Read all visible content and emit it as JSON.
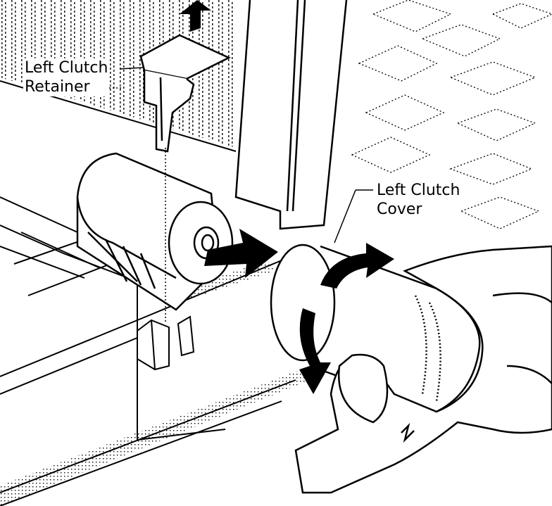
{
  "callouts": {
    "retainer": {
      "line1": "Left Clutch",
      "line2": "Retainer"
    },
    "cover": {
      "line1": "Left Clutch",
      "line2": "Cover"
    }
  },
  "icons": [
    "up-arrow-icon",
    "right-arrow-icon",
    "rotate-arrow-icon"
  ],
  "colors": {
    "ink": "#000000",
    "paper": "#ffffff"
  }
}
